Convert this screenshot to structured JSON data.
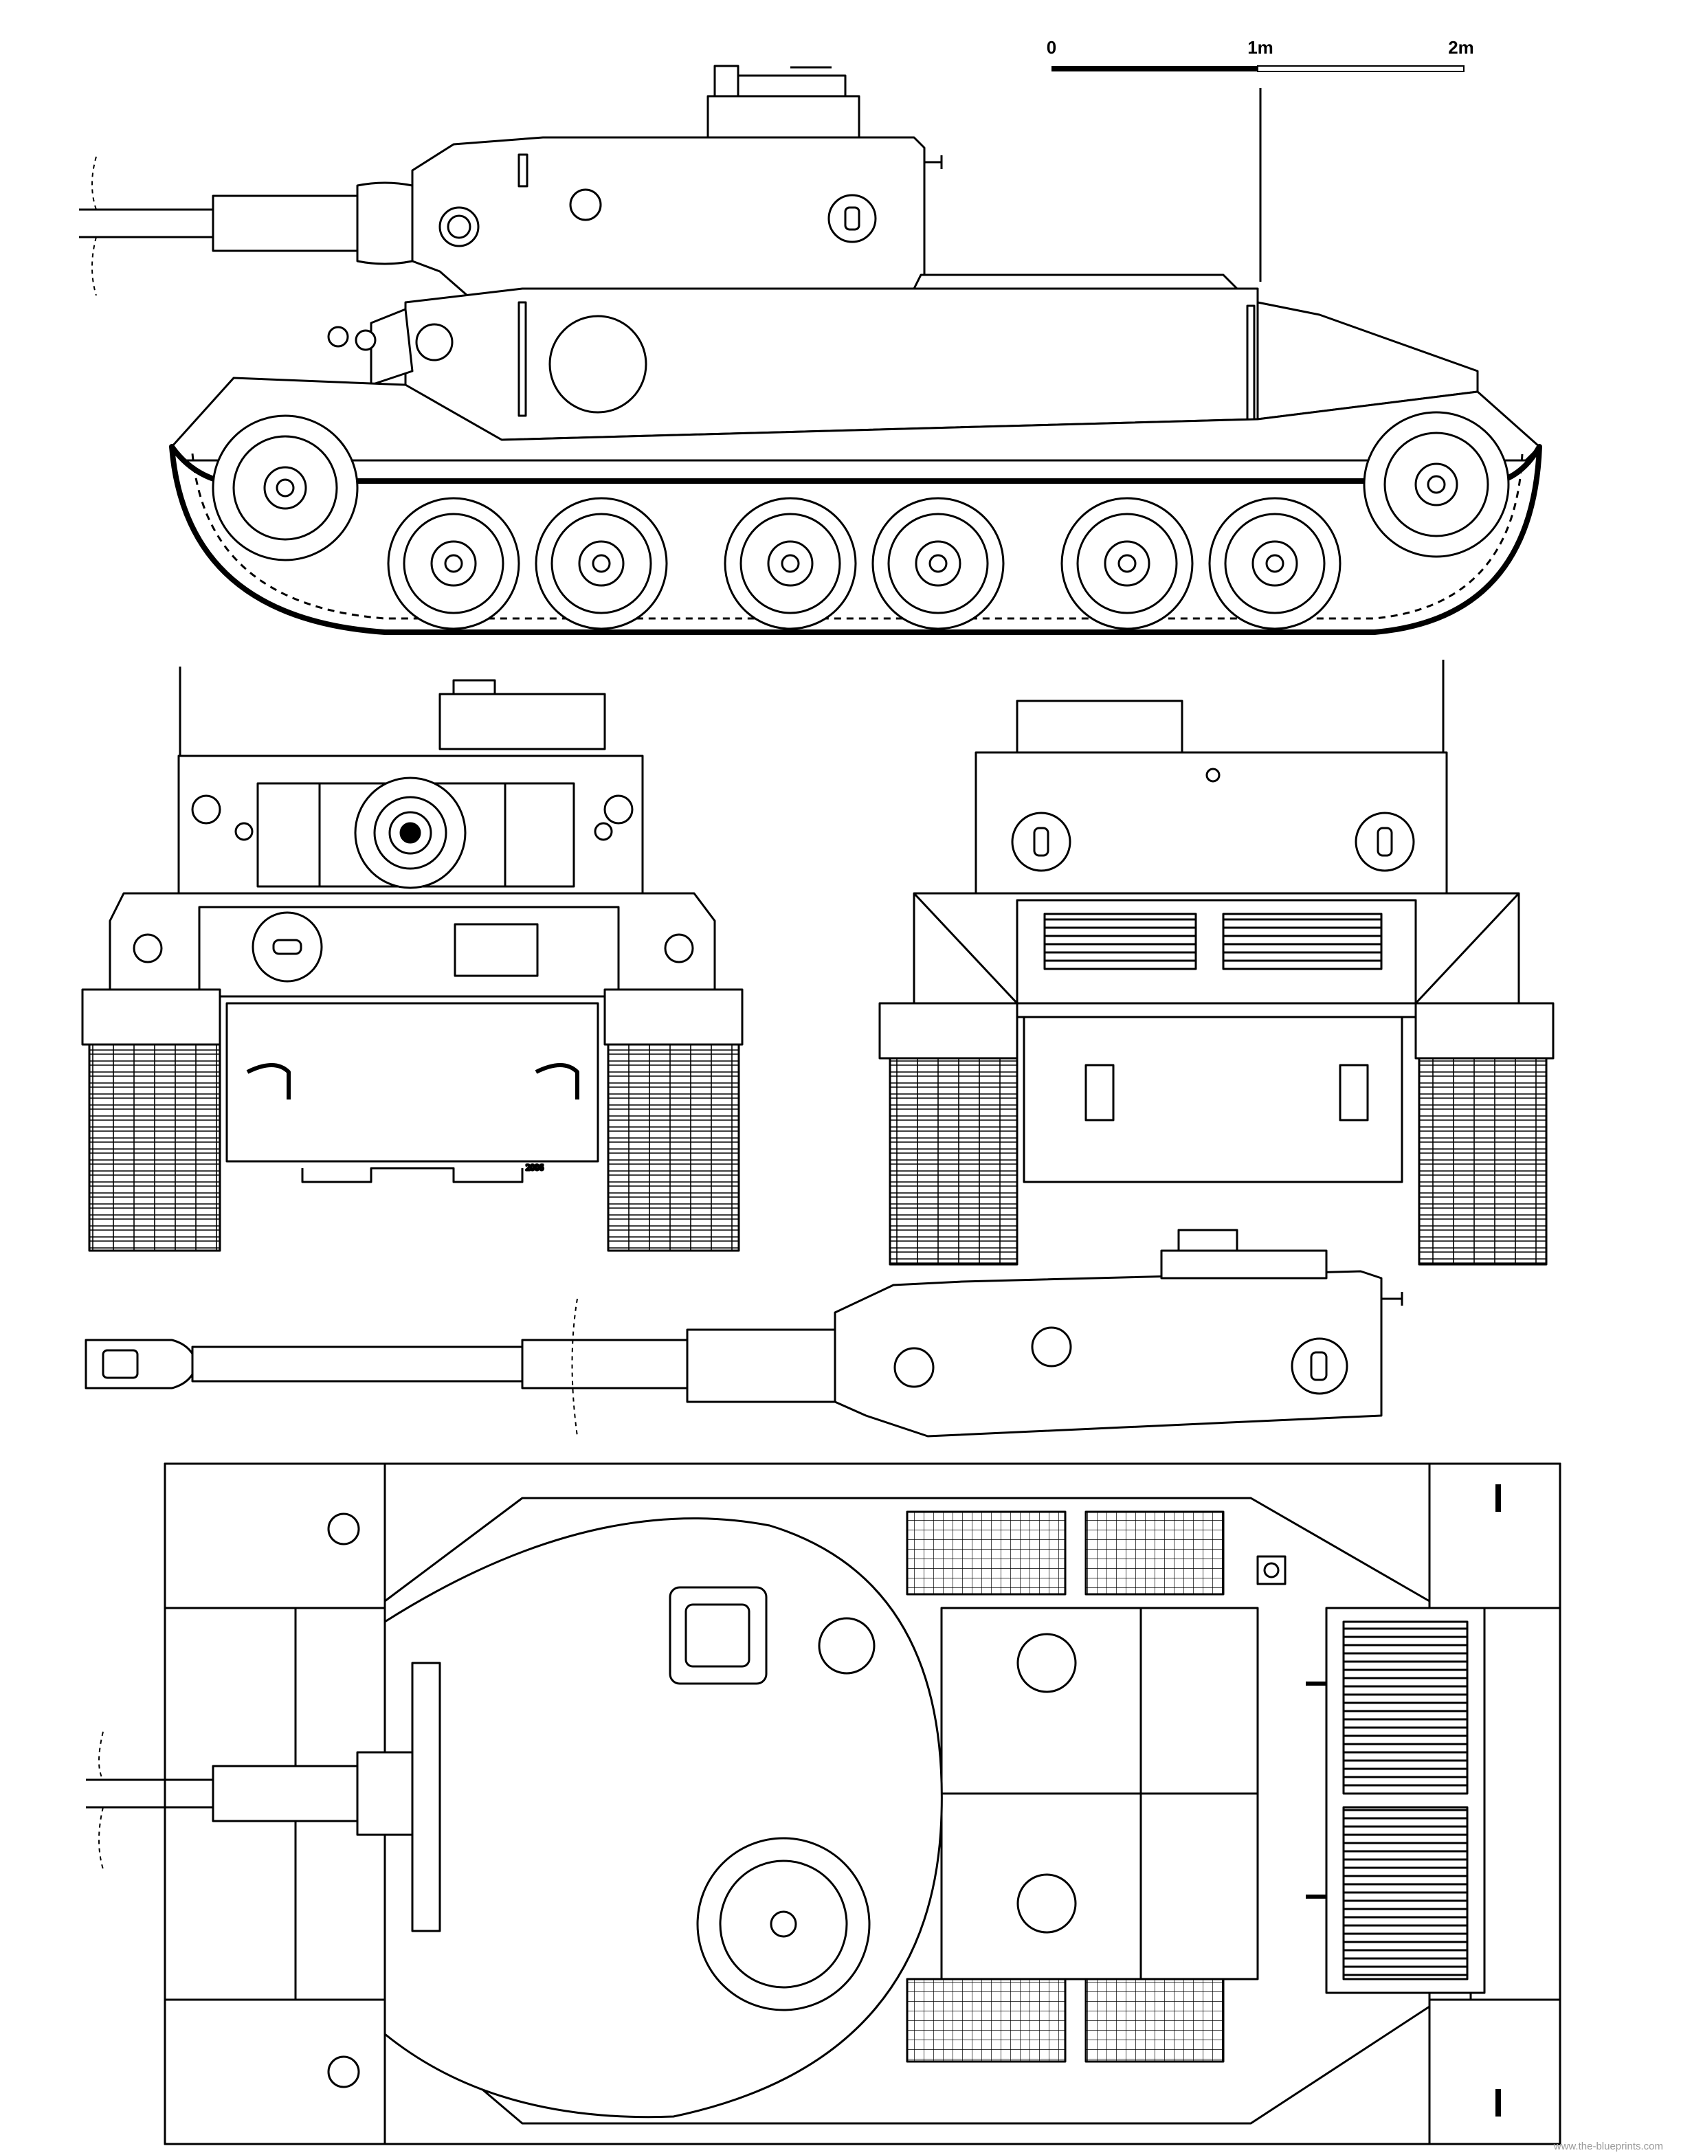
{
  "scale_bar": {
    "tick_labels": [
      "0",
      "1m",
      "2m"
    ]
  },
  "signature": {
    "text": "2006"
  },
  "watermark": {
    "text": "www.the-blueprints.com"
  },
  "views": [
    "side-view",
    "front-view",
    "rear-view",
    "turret-side-view",
    "top-view"
  ],
  "colors": {
    "ink": "#000000",
    "paper": "#ffffff",
    "watermark": "#9a9a9a"
  }
}
